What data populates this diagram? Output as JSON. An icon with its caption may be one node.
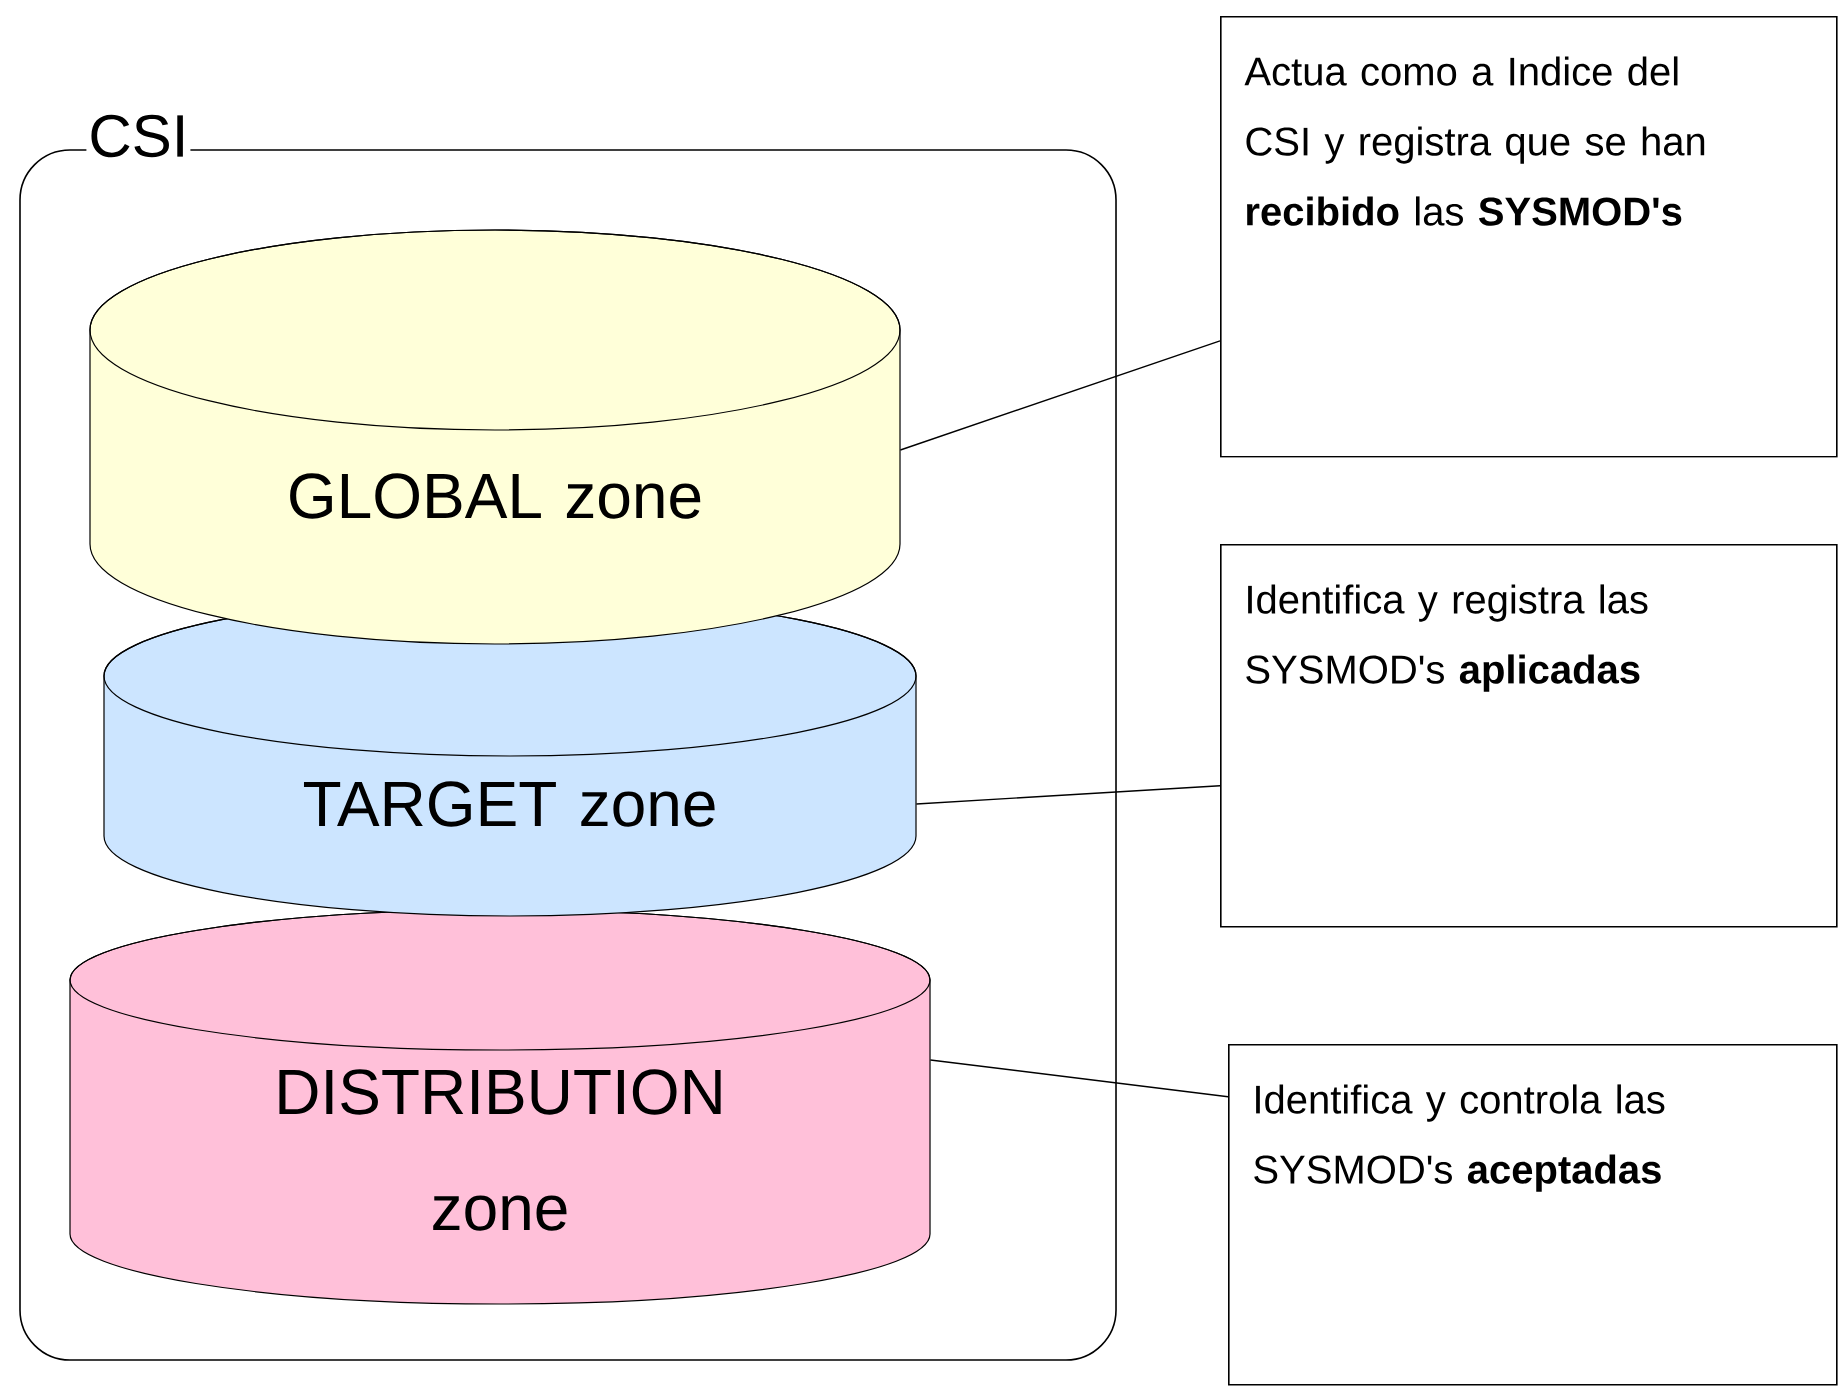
{
  "diagram": {
    "nodes": [
      {
        "text": [
          "CSI"
        ]
      },
      {
        "text": [
          "GLOBAL zone"
        ],
        "in": 0
      },
      {
        "text": [
          "TARGET zone"
        ],
        "in": 0
      },
      {
        "text": [
          "DISTRIBUTION zone"
        ],
        "in": 0
      },
      {
        "text": [
          "Actua como a Indice del CSI y registra que se han **recibido** las **SYSMOD's**"
        ]
      },
      {
        "text": [
          "Identifica y registra las SYSMOD's **aplicadas**"
        ]
      },
      {
        "text": [
          "Identifica y controla las SYSMOD's **aceptadas**"
        ]
      }
    ],
    "edges": [
      {
        "from": 1,
        "to": 4,
        "arrow": "none"
      },
      {
        "from": 2,
        "to": 5,
        "arrow": "none"
      },
      {
        "from": 3,
        "to": 6,
        "arrow": "none"
      }
    ]
  }
}
